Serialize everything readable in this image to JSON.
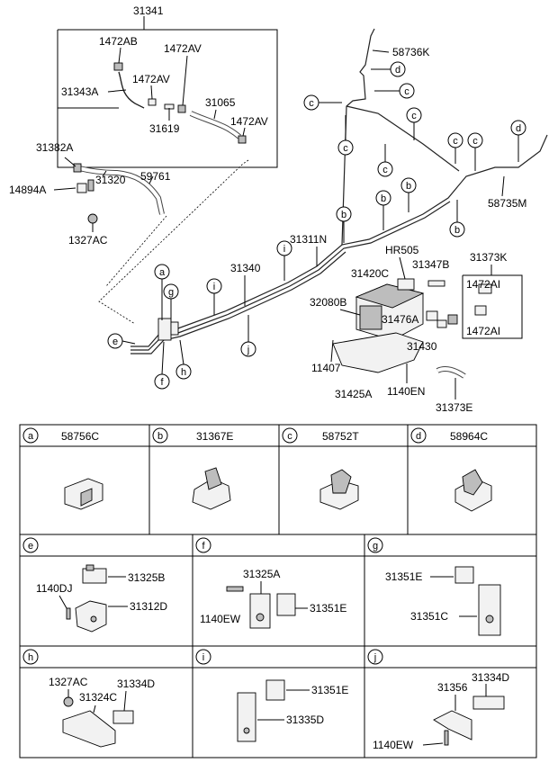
{
  "top_labels": {
    "l31341": "31341",
    "l1472AB": "1472AB",
    "l1472AV_a": "1472AV",
    "l1472AV_b": "1472AV",
    "l31343A": "31343A",
    "l31065": "31065",
    "l31619": "31619",
    "l1472AV_c": "1472AV",
    "l31382A": "31382A",
    "l14894A": "14894A",
    "l31320": "31320",
    "l59761": "59761",
    "l1327AC": "1327AC",
    "l58736K": "58736K",
    "l58735M": "58735M",
    "l31311N": "31311N",
    "lHR505": "HR505",
    "l31347B": "31347B",
    "l31373K": "31373K",
    "l31420C": "31420C",
    "l31340": "31340",
    "l32080B": "32080B",
    "l1472AI_a": "1472AI",
    "l1472AI_b": "1472AI",
    "l31476A": "31476A",
    "l31430": "31430",
    "l11407": "11407",
    "l1140EN": "1140EN",
    "l31425A": "31425A",
    "l31373E": "31373E"
  },
  "callouts": {
    "a": "a",
    "b": "b",
    "c": "c",
    "d": "d",
    "e": "e",
    "f": "f",
    "g": "g",
    "h": "h",
    "i": "i",
    "j": "j"
  },
  "legend": {
    "a": {
      "key": "a",
      "part": "58756C"
    },
    "b": {
      "key": "b",
      "part": "31367E"
    },
    "c": {
      "key": "c",
      "part": "58752T"
    },
    "d": {
      "key": "d",
      "part": "58964C"
    },
    "e": {
      "key": "e",
      "labels": [
        "31325B",
        "1140DJ",
        "31312D"
      ]
    },
    "f": {
      "key": "f",
      "labels": [
        "31325A",
        "1140EW",
        "31351E"
      ]
    },
    "g": {
      "key": "g",
      "labels": [
        "31351E",
        "31351C"
      ]
    },
    "h": {
      "key": "h",
      "labels": [
        "1327AC",
        "31334D",
        "31324C"
      ]
    },
    "i": {
      "key": "i",
      "labels": [
        "31351E",
        "31335D"
      ]
    },
    "j": {
      "key": "j",
      "labels": [
        "31334D",
        "31356",
        "1140EW"
      ]
    }
  }
}
